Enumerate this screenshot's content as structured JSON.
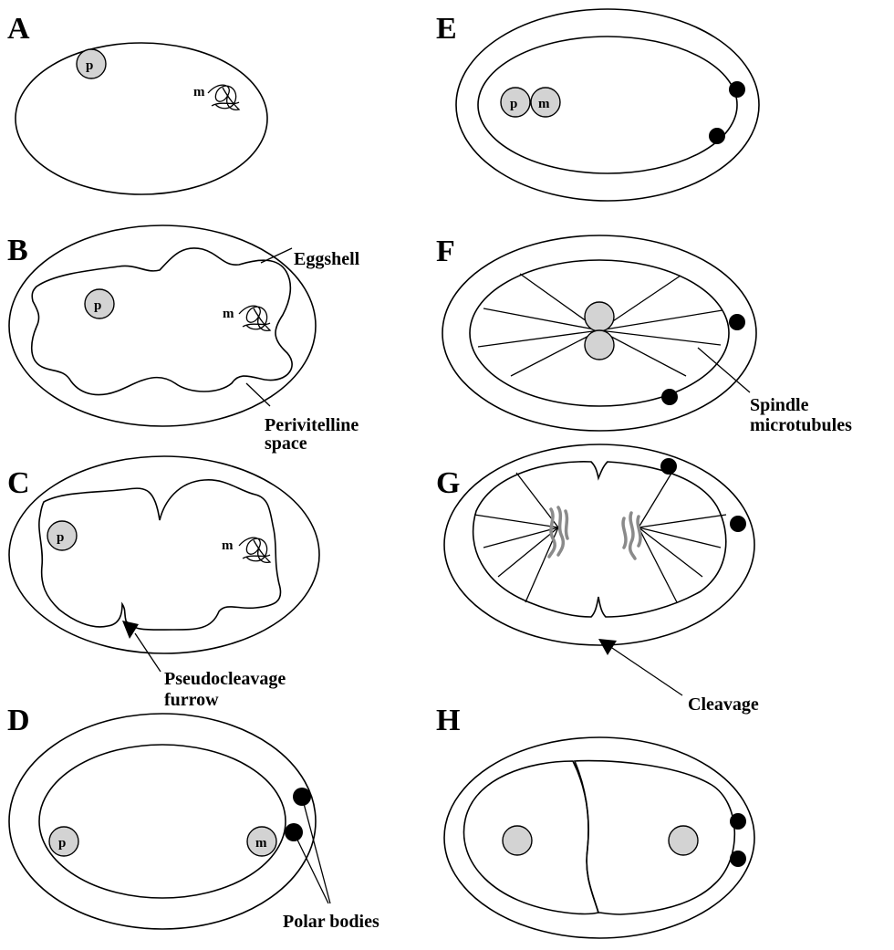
{
  "panels": {
    "A": {
      "letter": "A",
      "p": "p",
      "m": "m"
    },
    "B": {
      "letter": "B",
      "p": "p",
      "m": "m",
      "eggshell": "Eggshell",
      "perivitelline_1": "Perivitelline",
      "perivitelline_2": "space"
    },
    "C": {
      "letter": "C",
      "p": "p",
      "m": "m",
      "furrow_1": "Pseudocleavage",
      "furrow_2": "furrow"
    },
    "D": {
      "letter": "D",
      "p": "p",
      "m": "m",
      "polar_bodies": "Polar bodies"
    },
    "E": {
      "letter": "E",
      "p": "p",
      "m": "m"
    },
    "F": {
      "letter": "F",
      "spindle_1": "Spindle",
      "spindle_2": "microtubules"
    },
    "G": {
      "letter": "G",
      "cleavage": "Cleavage"
    },
    "H": {
      "letter": "H"
    }
  },
  "colors": {
    "nucleus_fill": "#d3d3d3",
    "polar_body": "#000000",
    "chromosome": "#8a8a8a"
  }
}
